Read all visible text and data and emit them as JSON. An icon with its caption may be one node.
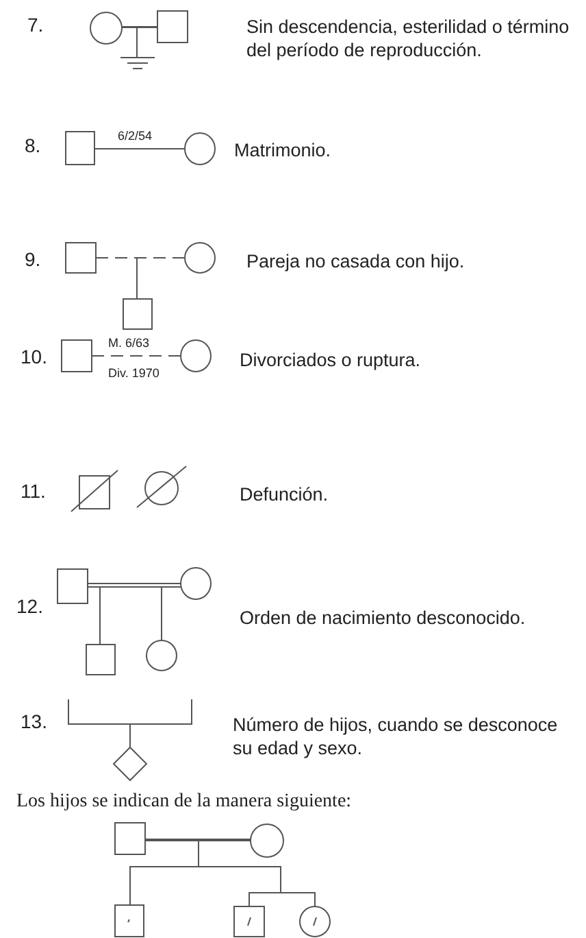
{
  "diagram": {
    "nodes": [
      {
        "text": [],
        "shape": "circle"
      },
      {
        "text": [],
        "shape": "box"
      },
      {
        "text": [],
        "shape": "bar"
      },
      {
        "text": [],
        "shape": "box"
      },
      {
        "text": [],
        "shape": "circle"
      },
      {
        "text": [],
        "shape": "box"
      },
      {
        "text": [],
        "shape": "circle"
      },
      {
        "text": [],
        "shape": "box"
      },
      {
        "text": [],
        "shape": "box"
      },
      {
        "text": [],
        "shape": "circle"
      },
      {
        "text": [],
        "shape": "box"
      },
      {
        "text": [],
        "shape": "circle"
      },
      {
        "text": [],
        "shape": "box"
      },
      {
        "text": [],
        "shape": "circle"
      },
      {
        "text": [],
        "shape": "box"
      },
      {
        "text": [],
        "shape": "circle"
      },
      {
        "text": [],
        "shape": "diamond"
      },
      {
        "text": [],
        "shape": "box"
      },
      {
        "text": [],
        "shape": "circle"
      },
      {
        "text": [],
        "shape": "box"
      },
      {
        "text": [],
        "shape": "box"
      },
      {
        "text": [],
        "shape": "circle"
      }
    ],
    "edges": [
      {
        "from": 0,
        "to": 1,
        "arrow": "none"
      },
      {
        "from": 0,
        "to": 2,
        "arrow": "none"
      },
      {
        "from": 1,
        "to": 2,
        "arrow": "none"
      },
      {
        "from": 3,
        "to": 4,
        "arrow": "none",
        "label": "6/2/54"
      },
      {
        "from": 5,
        "to": 6,
        "arrow": "none",
        "style": "dashed"
      },
      {
        "from": 5,
        "to": 7,
        "arrow": "none",
        "style": "dashed"
      },
      {
        "from": 6,
        "to": 7,
        "arrow": "none",
        "style": "dashed"
      },
      {
        "from": 8,
        "to": 9,
        "arrow": "none",
        "style": "dashed",
        "label": "M. 6/63"
      },
      {
        "from": 12,
        "to": 13,
        "arrow": "none"
      },
      {
        "from": 12,
        "to": 14,
        "arrow": "none"
      },
      {
        "from": 13,
        "to": 14,
        "arrow": "none"
      },
      {
        "from": 12,
        "to": 15,
        "arrow": "none"
      },
      {
        "from": 13,
        "to": 15,
        "arrow": "none"
      },
      {
        "from": null,
        "to": 16,
        "arrow": "none"
      },
      {
        "from": 17,
        "to": 18,
        "arrow": "none"
      },
      {
        "from": 17,
        "to": 19,
        "arrow": "none"
      },
      {
        "from": 18,
        "to": 19,
        "arrow": "none"
      },
      {
        "from": 17,
        "to": 20,
        "arrow": "none"
      },
      {
        "from": 18,
        "to": 20,
        "arrow": "none"
      },
      {
        "from": 17,
        "to": 21,
        "arrow": "none"
      },
      {
        "from": 18,
        "to": 21,
        "arrow": "none"
      }
    ],
    "labels": [
      "7.",
      "Sin descendencia, esterilidad o término del período de reproducción.",
      "8.",
      "Matrimonio.",
      "9.",
      "Pareja no casada con hijo.",
      "10.",
      "Div. 1970",
      "Divorciados o ruptura.",
      "11.",
      "Defunción.",
      "12.",
      "Orden de nacimiento desconocido.",
      "13.",
      "Número de hijos, cuando se desconoce su edad y sexo.",
      "Los hijos se indican de la manera siguiente:"
    ]
  }
}
